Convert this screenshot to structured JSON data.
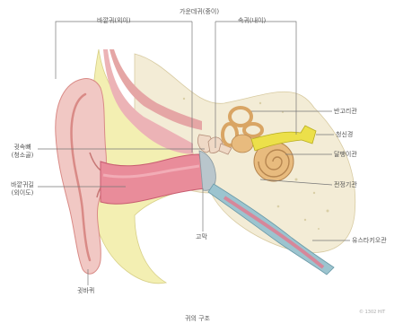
{
  "labels": {
    "outer_ear": "바깥귀(외이)",
    "middle_ear": "가운데귀(중이)",
    "inner_ear": "속귀(내이)",
    "ossicles_line1": "귓속뼈",
    "ossicles_line2": "(청소골)",
    "ear_canal_line1": "바깥귀길",
    "ear_canal_line2": "(외이도)",
    "semicircular_canals": "반고리관",
    "vestibular_nerve": "청신경",
    "cochlea": "달팽이관",
    "vestibule": "전정기관",
    "eustachian_tube": "유스타키오관",
    "eardrum": "고막",
    "pinna": "귓바퀴",
    "caption": "귀의 구조",
    "watermark": "© 1302 HIT"
  },
  "colors": {
    "skin": "#f1c8c4",
    "skin_dark": "#d98a86",
    "cartilage": "#f3efb2",
    "bone": "#f3ecd6",
    "canal": "#e98c9a",
    "canal_dark": "#c85c70",
    "cochlea": "#e8bb7e",
    "nerve_yellow": "#ece04a",
    "tube_blue": "#9cc4cf",
    "eardrum": "#b9c6cc",
    "leader": "#777777"
  }
}
